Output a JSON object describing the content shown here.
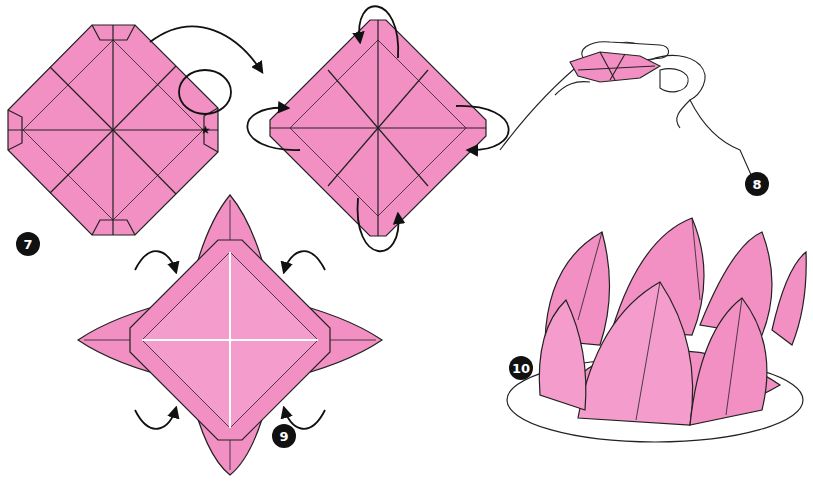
{
  "diagram": {
    "labels": [
      "7",
      "8",
      "9",
      "10"
    ]
  }
}
